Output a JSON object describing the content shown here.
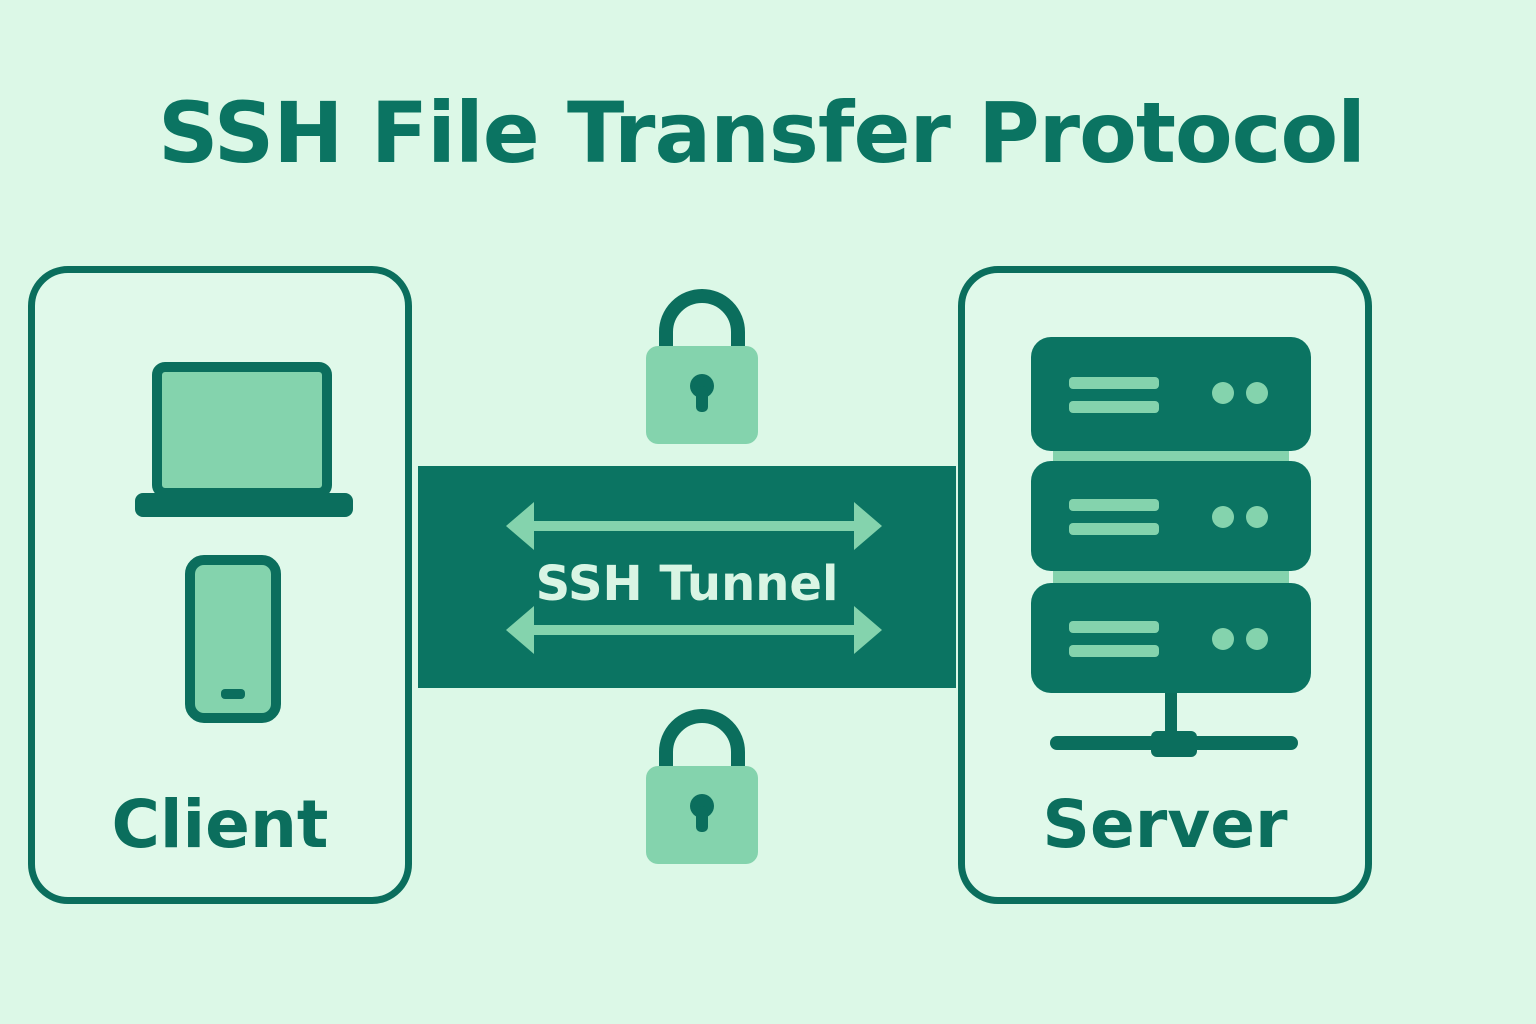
{
  "title": "SSH File Transfer Protocol",
  "client": {
    "label": "Client",
    "icons": [
      "laptop-icon",
      "smartphone-icon"
    ]
  },
  "server": {
    "label": "Server",
    "icons": [
      "server-rack-icon",
      "network-connector-icon"
    ]
  },
  "tunnel": {
    "label": "SSH Tunnel",
    "icons": [
      "bidirectional-arrow-icon",
      "lock-icon"
    ]
  },
  "colors": {
    "background": "#dcf8e7",
    "primary": "#0b7462",
    "accent": "#84d3ad",
    "tunnel_text": "#d9f5e4"
  }
}
